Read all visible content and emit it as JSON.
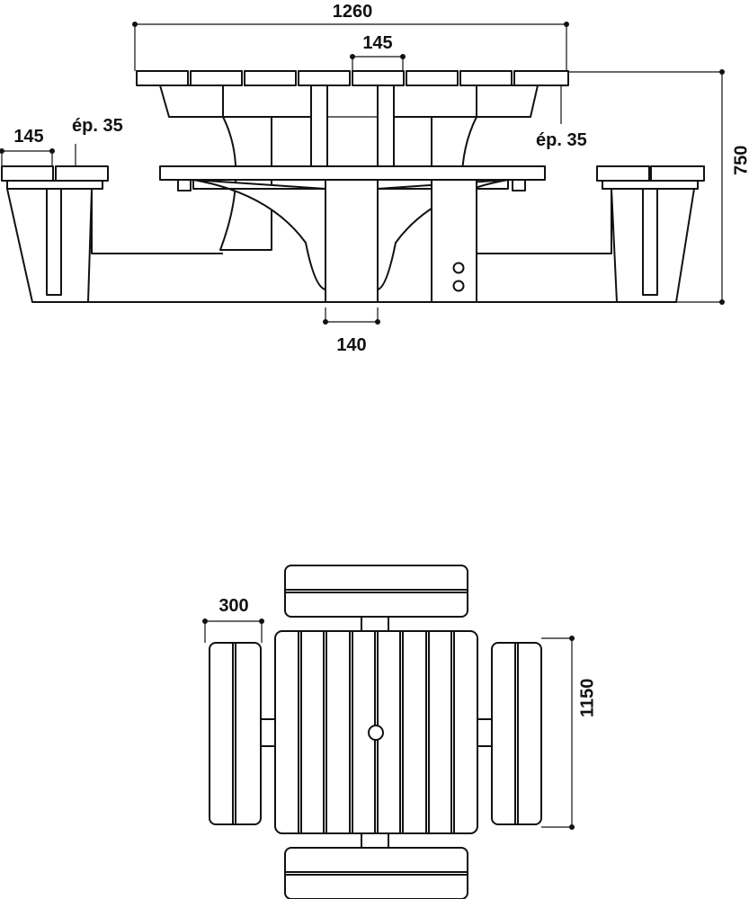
{
  "side_view": {
    "dims": {
      "top_width": "1260",
      "top_board_width": "145",
      "seat_board_width": "145",
      "seat_thickness": "ép. 35",
      "top_thickness": "ép. 35",
      "height": "750",
      "post_width": "140"
    }
  },
  "top_view": {
    "dims": {
      "bench_width": "300",
      "top_depth": "1150"
    }
  }
}
